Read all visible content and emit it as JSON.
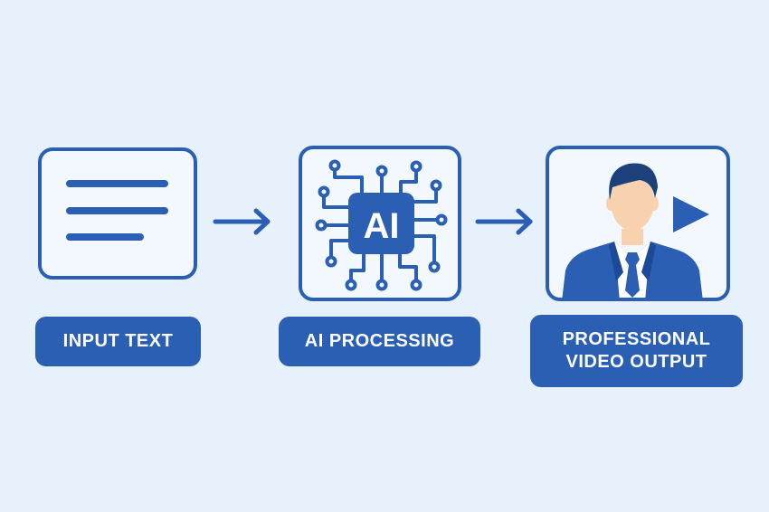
{
  "steps": [
    {
      "label": "INPUT TEXT",
      "icon": "text-lines-icon"
    },
    {
      "label": "AI PROCESSING",
      "icon": "ai-chip-icon",
      "icon_text": "AI"
    },
    {
      "label_lines": [
        "PROFESSIONAL",
        "VIDEO OUTPUT"
      ],
      "icon": "presenter-video-icon"
    }
  ],
  "connectors": [
    "arrow-right-icon",
    "arrow-right-icon"
  ],
  "colors": {
    "background": "#e7f1fb",
    "accent": "#2a5fb3",
    "card_fill": "#f3f8fe",
    "skin": "#f8d2ae",
    "hair": "#1d3f7a",
    "label_text": "#ffffff"
  }
}
